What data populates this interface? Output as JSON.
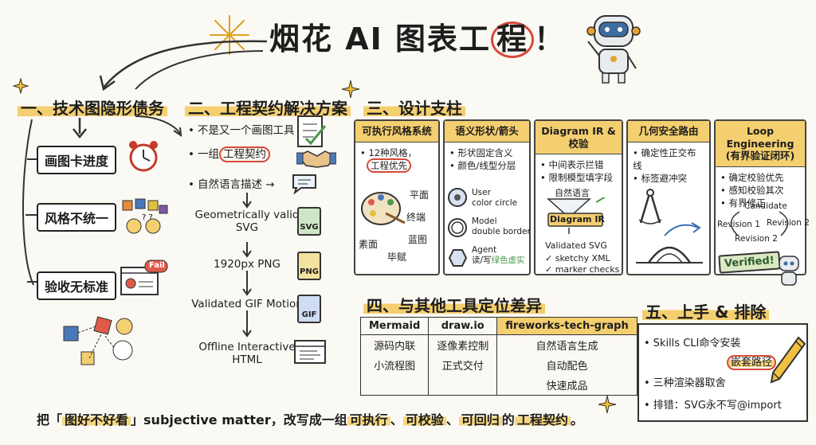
{
  "title": {
    "before": "烟花 AI 图表工",
    "circled": "程",
    "after": "！"
  },
  "section1": {
    "heading": "一、技术图隐形债务",
    "items": [
      "画图卡进度",
      "风格不统一",
      "验收无标准"
    ],
    "fail_label": "Fail"
  },
  "section2": {
    "heading": "二、工程契约解决方案",
    "bullets": [
      "不是又一个画图工具",
      "一组",
      "工程契约",
      "自然语言描述 →"
    ],
    "flow": [
      "Geometrically valid",
      "SVG",
      "1920px PNG",
      "Validated GIF Motion",
      "Offline Interactive",
      "HTML"
    ],
    "icons": [
      "SVG",
      "PNG",
      "GIF"
    ]
  },
  "section3": {
    "heading": "三、设计支柱",
    "columns": [
      {
        "title": "可执行风格系统",
        "lines": [
          "• 12种风格，",
          "工程优先"
        ],
        "labels": [
          "平面",
          "终端",
          "蓝图",
          "素面",
          "毕赋"
        ]
      },
      {
        "title": "语义形状/箭头",
        "lines": [
          "• 形状固定含义",
          "• 颜色/线型分层"
        ],
        "shapes": [
          {
            "name": "User",
            "desc": "color circle"
          },
          {
            "name": "Model",
            "desc": "double border"
          },
          {
            "name": "Agent",
            "desc": "读/写"
          }
        ],
        "agent_note": "绿色虚实"
      },
      {
        "title": "Diagram IR & 校验",
        "lines": [
          "• 中间表示拦错",
          "• 限制模型填字段"
        ],
        "flow": [
          "自然语言",
          "Diagram IR",
          "Validated SVG"
        ],
        "checks": [
          "✓ sketchy XML",
          "✓ marker checks"
        ]
      },
      {
        "title": "几何安全路由",
        "lines": [
          "• 确定性正交布线",
          "• 标签避冲突"
        ]
      },
      {
        "title": "Loop Engineering",
        "subtitle": "(有界验证闭环)",
        "lines": [
          "• 确定校验优先",
          "• 感知校验其次",
          "• 有界修正"
        ],
        "loop": [
          "Candidate",
          "Revision 1",
          "Revision 2",
          "Revision 2"
        ],
        "badge": "Verified!"
      }
    ]
  },
  "section4": {
    "heading": "四、与其他工具定位差异",
    "table": [
      [
        "Mermaid",
        "draw.io",
        "fireworks-tech-graph"
      ],
      [
        "源码内联",
        "逐像素控制",
        "自然语言生成"
      ],
      [
        "小流程图",
        "正式交付",
        "自动配色"
      ],
      [
        "",
        "",
        "快速成品"
      ]
    ]
  },
  "section5": {
    "heading": "五、上手 & 排除",
    "items": [
      "Skills CLI命令安装",
      "嵌套路径",
      "三种渲染器取舍",
      "排错：SVG永不写@import"
    ]
  },
  "footer": {
    "p1": "把「",
    "p2": "图好不好看",
    "p3": "」subjective matter，改写成一组",
    "p4": "可执行",
    "p5": "、",
    "p6": "可校验",
    "p7": "、",
    "p8": "可回归",
    "p9": "的",
    "p10": "工程契约",
    "p11": "。"
  },
  "colors": {
    "accent": "#f4cf70",
    "red": "#d64a3a",
    "green": "#4a9a4a",
    "blue": "#4a78b8"
  }
}
